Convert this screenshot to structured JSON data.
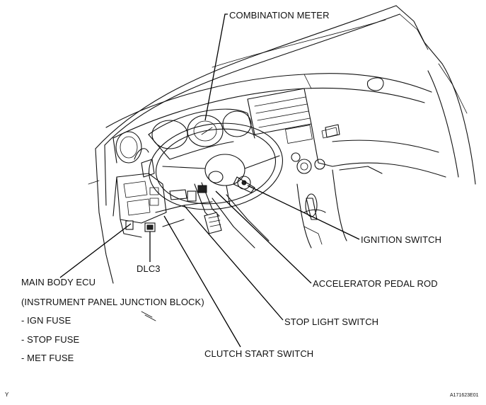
{
  "labels": {
    "combination_meter": "COMBINATION METER",
    "ignition_switch": "IGNITION SWITCH",
    "accelerator_pedal_rod": "ACCELERATOR PEDAL ROD",
    "stop_light_switch": "STOP LIGHT SWITCH",
    "clutch_start_switch": "CLUTCH START SWITCH",
    "dlc3": "DLC3",
    "main_body_ecu": "MAIN BODY ECU",
    "junction_block": "(INSTRUMENT PANEL JUNCTION BLOCK)",
    "ign_fuse": "- IGN FUSE",
    "stop_fuse": "- STOP FUSE",
    "met_fuse": "- MET FUSE"
  },
  "corner_mark": "Y",
  "figure_id": "A171623E01"
}
